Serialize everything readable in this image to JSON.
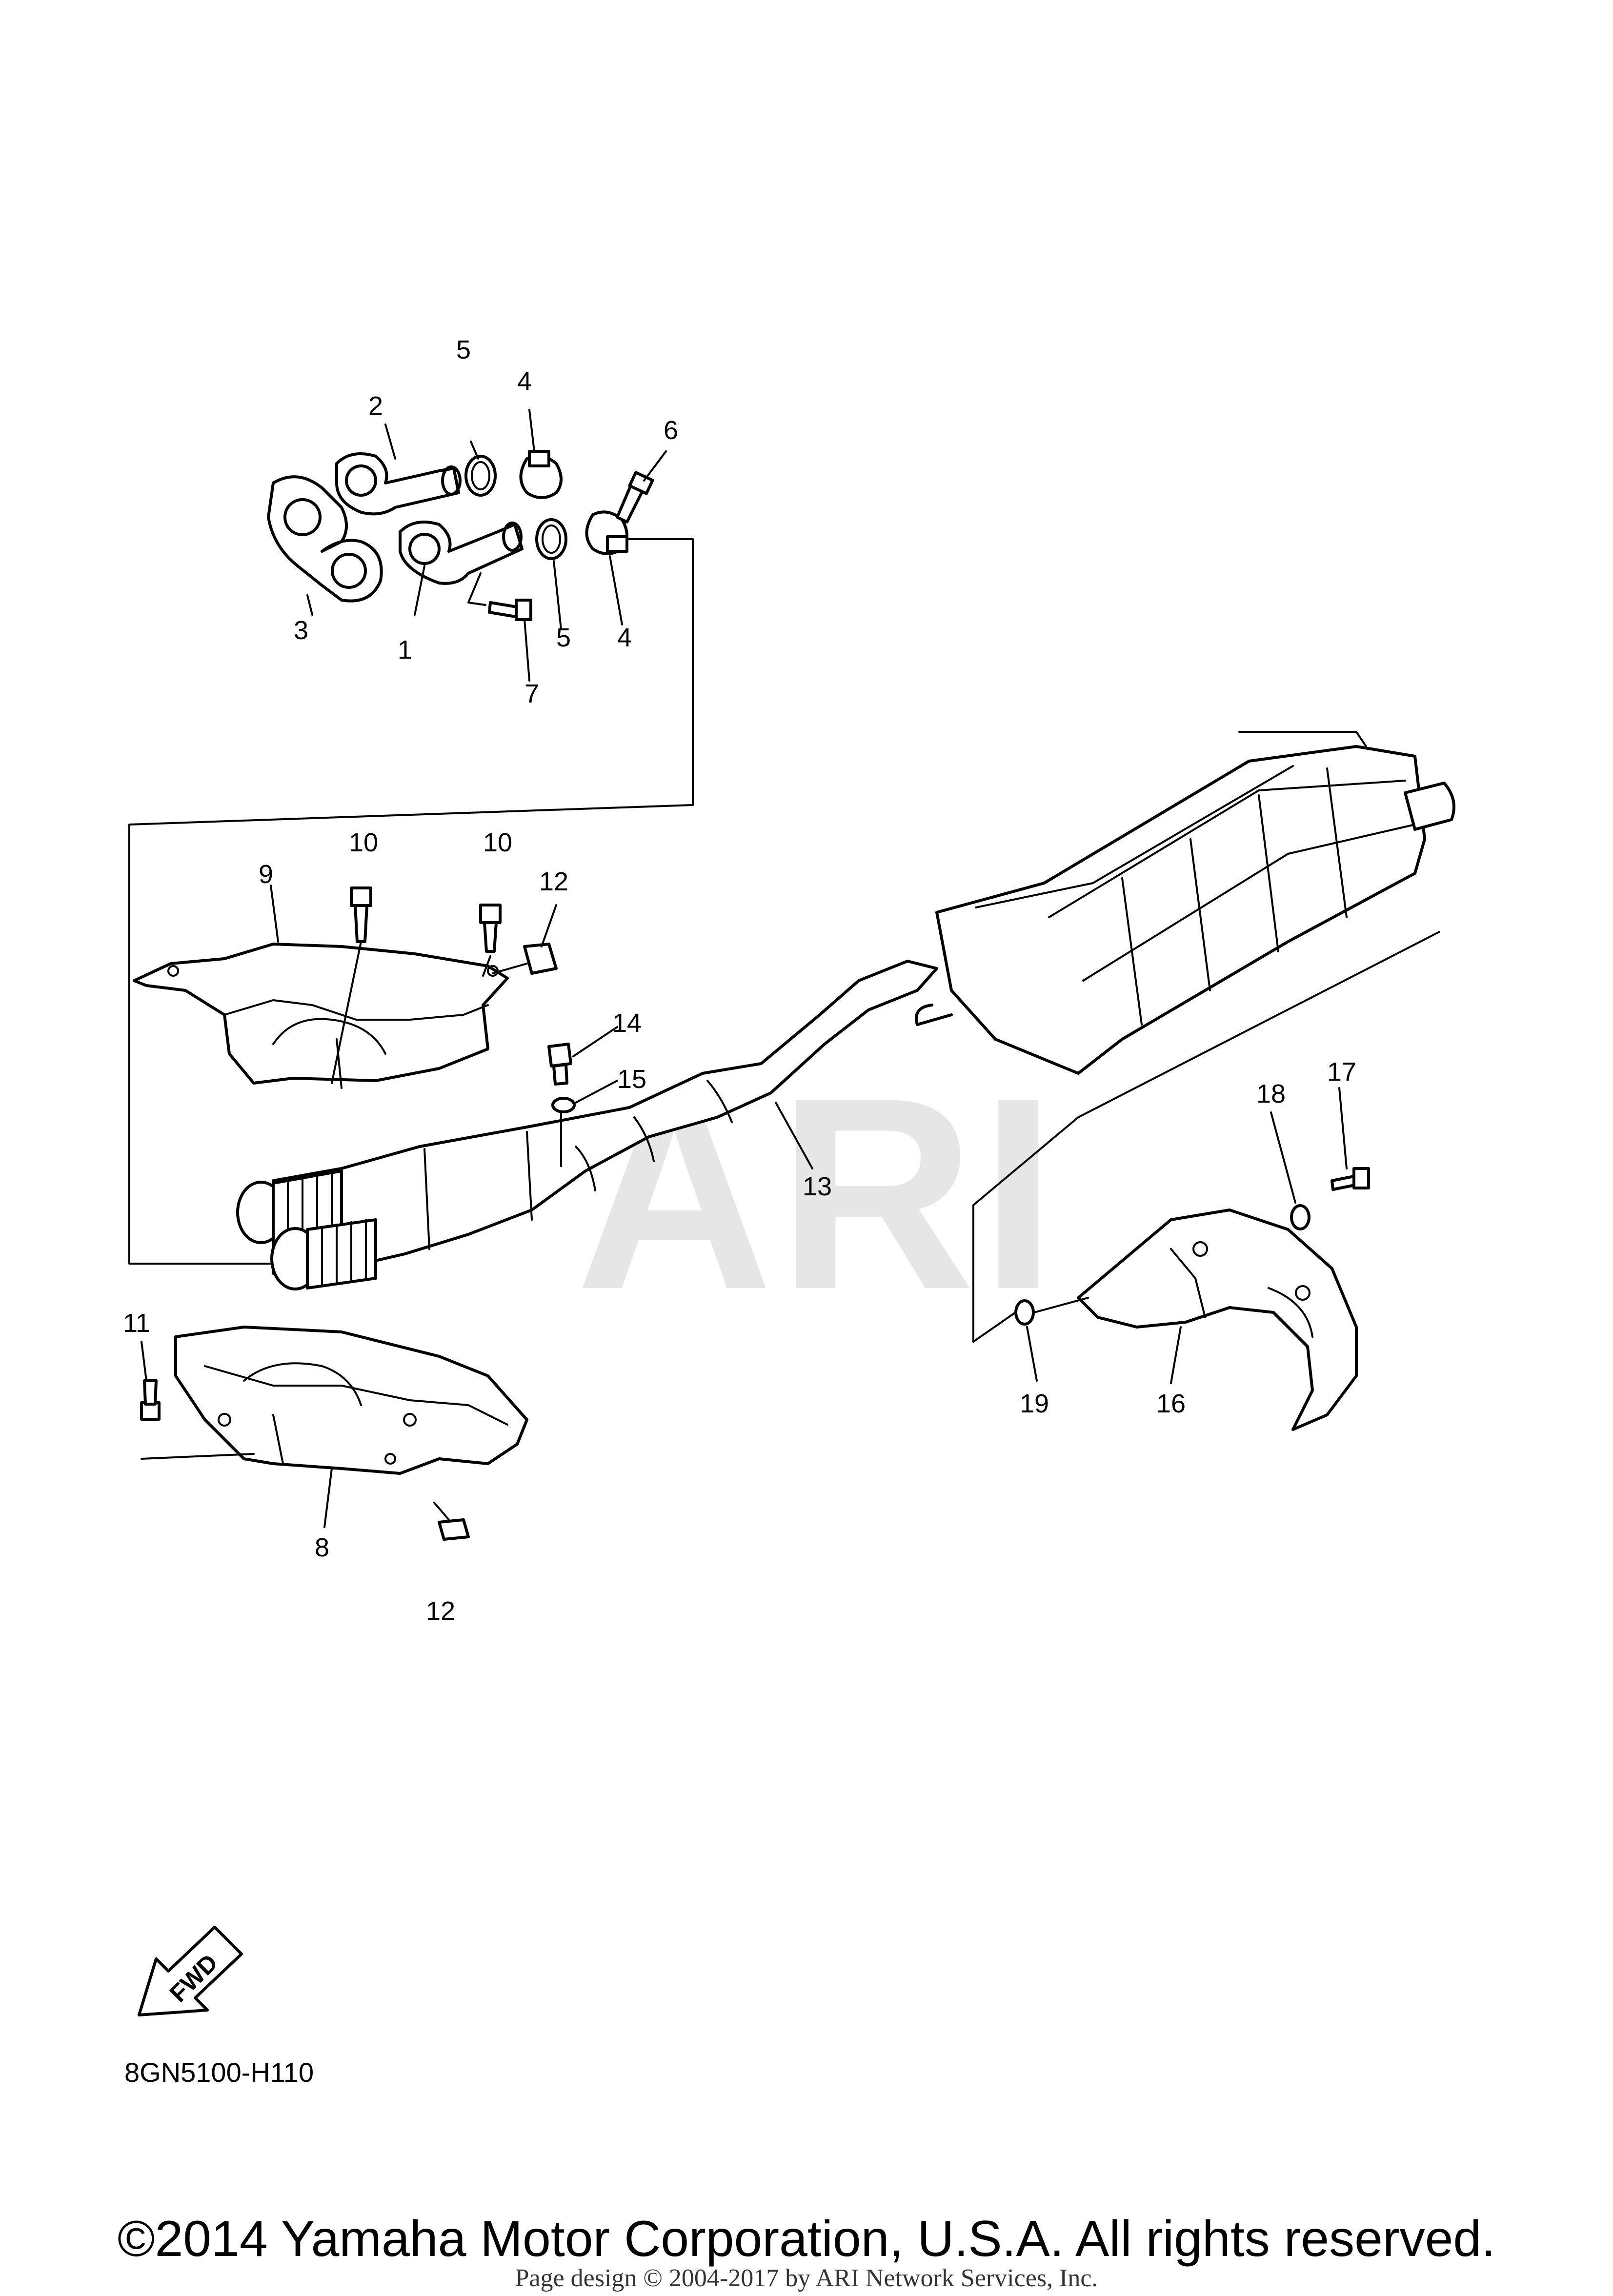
{
  "diagram": {
    "code": "8GN5100-H110",
    "watermark": "ARI",
    "fwd_label": "FWD",
    "copyright": "©2014 Yamaha Motor Corporation, U.S.A. All rights reserved.",
    "page_credit": "Page design © 2004-2017 by ARI Network Services, Inc.",
    "callouts": [
      "1",
      "2",
      "3",
      "4",
      "5",
      "6",
      "7",
      "8",
      "9",
      "10",
      "11",
      "12",
      "13",
      "14",
      "15",
      "16",
      "17",
      "18",
      "19"
    ]
  }
}
